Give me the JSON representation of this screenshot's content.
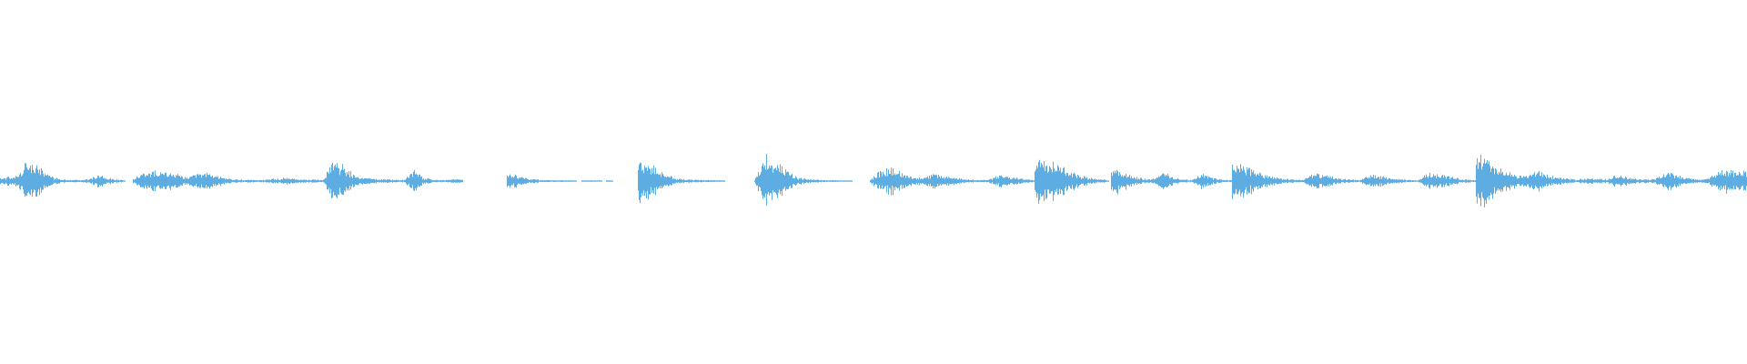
{
  "waveform": {
    "color": "#5dade2",
    "segments": [
      {
        "start": 0.0,
        "end": 0.072,
        "envelope": [
          0.1,
          0.15,
          0.18,
          0.65,
          0.55,
          0.25,
          0.12,
          0.06,
          0.05,
          0.04,
          0.08,
          0.22,
          0.12,
          0.06,
          0.04
        ]
      },
      {
        "start": 0.076,
        "end": 0.145,
        "envelope": [
          0.08,
          0.25,
          0.35,
          0.3,
          0.28,
          0.2,
          0.15,
          0.22,
          0.3,
          0.18,
          0.1,
          0.06,
          0.05,
          0.04
        ]
      },
      {
        "start": 0.145,
        "end": 0.185,
        "envelope": [
          0.04,
          0.05,
          0.08,
          0.12,
          0.06,
          0.05,
          0.04
        ]
      },
      {
        "start": 0.185,
        "end": 0.265,
        "envelope": [
          0.06,
          0.8,
          0.5,
          0.22,
          0.12,
          0.08,
          0.06,
          0.05,
          0.04,
          0.35,
          0.12,
          0.05,
          0.04,
          0.08,
          0.04
        ]
      },
      {
        "start": 0.29,
        "end": 0.33,
        "envelope": [
          0.3,
          0.18,
          0.08,
          0.04,
          0.03,
          0.03,
          0.02
        ]
      },
      {
        "start": 0.333,
        "end": 0.345,
        "envelope": [
          0.02,
          0.02
        ]
      },
      {
        "start": 0.347,
        "end": 0.351,
        "envelope": [
          0.02
        ]
      },
      {
        "start": 0.365,
        "end": 0.415,
        "envelope": [
          0.65,
          0.55,
          0.25,
          0.1,
          0.06,
          0.04,
          0.03,
          0.02
        ]
      },
      {
        "start": 0.432,
        "end": 0.488,
        "envelope": [
          0.05,
          0.95,
          0.6,
          0.3,
          0.12,
          0.06,
          0.04,
          0.03,
          0.02,
          0.02
        ]
      },
      {
        "start": 0.498,
        "end": 0.595,
        "envelope": [
          0.04,
          0.45,
          0.4,
          0.2,
          0.1,
          0.25,
          0.15,
          0.08,
          0.05,
          0.04,
          0.2,
          0.12,
          0.06,
          0.04
        ]
      },
      {
        "start": 0.592,
        "end": 0.635,
        "envelope": [
          0.8,
          0.85,
          0.65,
          0.4,
          0.22,
          0.12,
          0.06,
          0.04
        ]
      },
      {
        "start": 0.636,
        "end": 0.705,
        "envelope": [
          0.45,
          0.35,
          0.18,
          0.1,
          0.06,
          0.3,
          0.15,
          0.06,
          0.04,
          0.25,
          0.12,
          0.05,
          0.04
        ]
      },
      {
        "start": 0.705,
        "end": 0.845,
        "envelope": [
          0.6,
          0.55,
          0.35,
          0.18,
          0.1,
          0.06,
          0.04,
          0.25,
          0.2,
          0.1,
          0.06,
          0.04,
          0.22,
          0.15,
          0.08,
          0.04,
          0.03,
          0.3,
          0.25,
          0.12,
          0.06,
          0.04
        ]
      },
      {
        "start": 0.845,
        "end": 1.0,
        "envelope": [
          1.0,
          0.75,
          0.45,
          0.3,
          0.22,
          0.18,
          0.35,
          0.22,
          0.12,
          0.08,
          0.06,
          0.1,
          0.08,
          0.06,
          0.2,
          0.15,
          0.08,
          0.06,
          0.1,
          0.3,
          0.2,
          0.1,
          0.06,
          0.08,
          0.3,
          0.4,
          0.35,
          0.3
        ]
      }
    ]
  }
}
